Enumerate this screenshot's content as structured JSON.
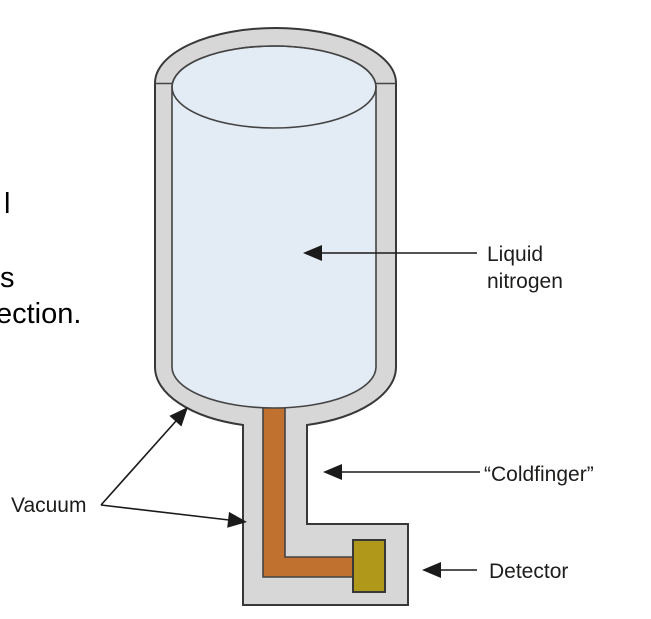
{
  "diagram": {
    "labels": {
      "liquid_nitrogen_line1": "Liquid",
      "liquid_nitrogen_line2": "nitrogen",
      "coldfinger": "“Coldfinger”",
      "detector": "Detector",
      "vacuum": "Vacuum"
    },
    "colors": {
      "vessel_shell": "#d7d7d8",
      "liquid_nitrogen": "#e3ebf4",
      "coldfinger_rod": "#c0702f",
      "detector_chip": "#b0991a",
      "outline": "#383838",
      "arrow": "#1a1a1a",
      "label_text": "#1d1d1b",
      "page_text": "#000000"
    }
  },
  "page_text_fragments": {
    "line1": "l",
    "line2": "s",
    "line3": "ection."
  }
}
